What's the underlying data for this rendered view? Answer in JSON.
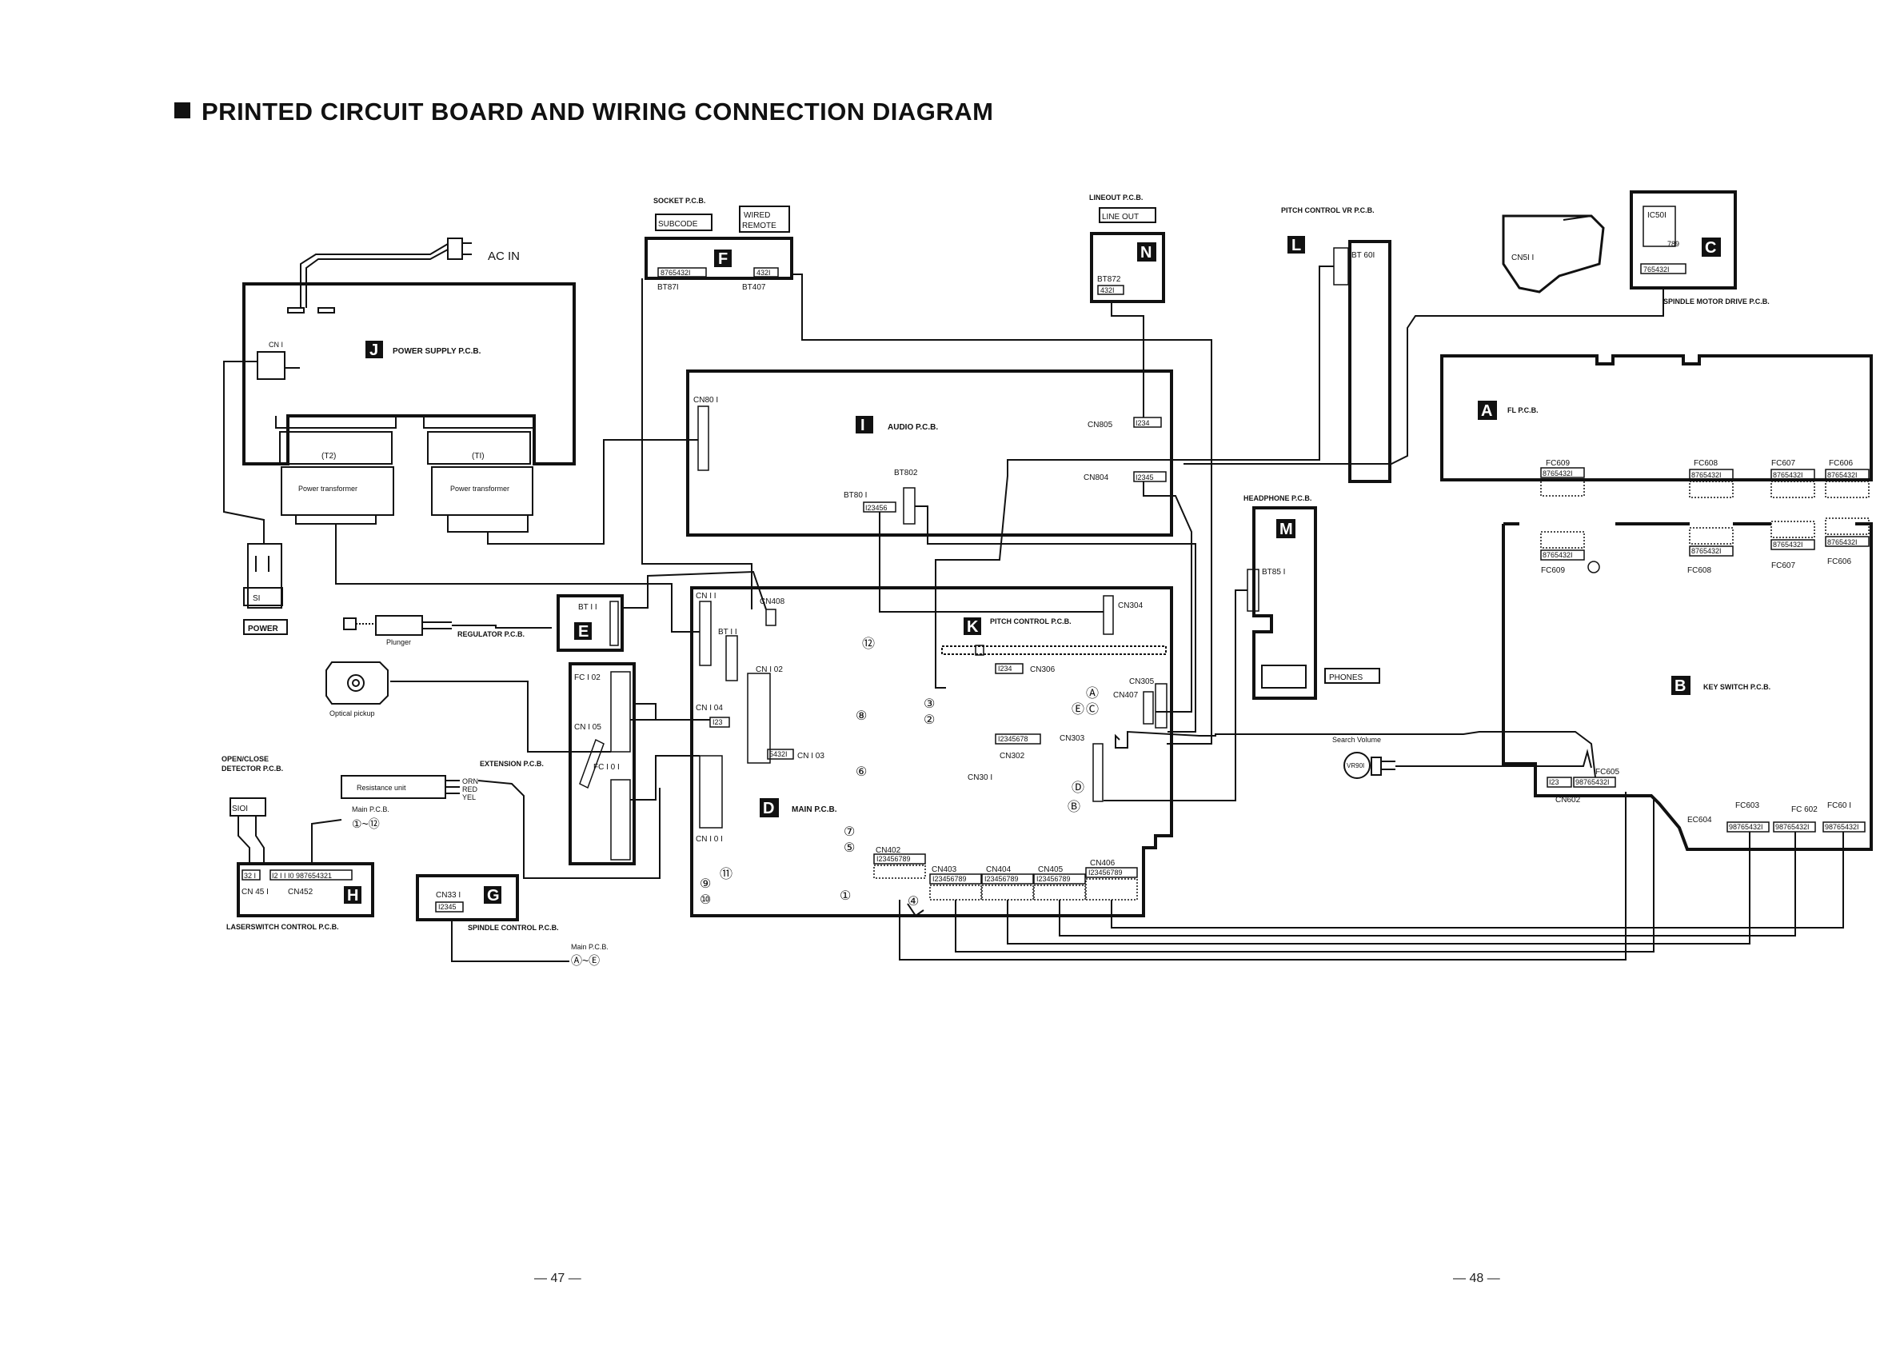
{
  "title": "PRINTED CIRCUIT BOARD AND WIRING CONNECTION DIAGRAM",
  "pages": {
    "left": "— 47 —",
    "right": "— 48 —"
  },
  "boards": {
    "A": {
      "letter": "A",
      "name": "FL P.C.B."
    },
    "B": {
      "letter": "B",
      "name": "KEY SWITCH P.C.B."
    },
    "C": {
      "letter": "C",
      "name": "SPINDLE MOTOR DRIVE P.C.B."
    },
    "D": {
      "letter": "D",
      "name": "MAIN P.C.B."
    },
    "E": {
      "letter": "E",
      "name": "REGULATOR P.C.B."
    },
    "F": {
      "letter": "F",
      "name": "SOCKET P.C.B."
    },
    "G": {
      "letter": "G",
      "name": "SPINDLE CONTROL P.C.B."
    },
    "H": {
      "letter": "H",
      "name": "LASERSWITCH CONTROL P.C.B."
    },
    "I": {
      "letter": "I",
      "name": "AUDIO P.C.B."
    },
    "J": {
      "letter": "J",
      "name": "POWER SUPPLY P.C.B."
    },
    "K": {
      "letter": "K",
      "name": "PITCH CONTROL P.C.B."
    },
    "L": {
      "letter": "L",
      "name": "PITCH CONTROL VR P.C.B."
    },
    "M": {
      "letter": "M",
      "name": "HEADPHONE P.C.B."
    },
    "N": {
      "letter": "N",
      "name": "LINEOUT P.C.B."
    }
  },
  "labels": {
    "ac_in": "AC IN",
    "cn1": "CN I",
    "t2": "(T2)",
    "t1": "(TI)",
    "power_transformer": "Power transformer",
    "s1": "SI",
    "power": "POWER",
    "plunger": "Plunger",
    "optical_pickup": "Optical pickup",
    "open_close": "OPEN/CLOSE",
    "detector": "DETECTOR P.C.B.",
    "s101": "SIOI",
    "resistance_unit": "Resistance unit",
    "main_pcb": "Main P.C.B.",
    "range_1_12": "①~⑫",
    "range_a_e": "Ⓐ~Ⓔ",
    "orn": "ORN",
    "red": "RED",
    "yel": "YEL",
    "extension_pcb": "EXTENSION P.C.B.",
    "subcode": "SUBCODE",
    "wired": "WIRED",
    "remote": "REMOTE",
    "bt871": "BT87I",
    "bt407": "BT407",
    "cn_f_left": "8765432I",
    "cn_f_right": "432I",
    "line_out": "LINE OUT",
    "bt872": "BT872",
    "bt872_pins": "432I",
    "bt601": "BT 60I",
    "cn511": "CN5I I",
    "ic501": "IC50I",
    "ic501_pins": "789",
    "cn_c_pins": "765432I",
    "cn801": "CN80 I",
    "cn805": "CN805",
    "cn805_pins": "I234",
    "cn804": "CN804",
    "cn804_pins": "I2345",
    "bt801": "BT80 I",
    "bt801_pins": "I23456",
    "bt802": "BT802",
    "bt851": "BT85 I",
    "phones": "PHONES",
    "bt11_e": "BT I I",
    "cn11": "CN I I",
    "bt11_d": "BT I I",
    "cn408": "CN408",
    "cn304": "CN304",
    "cn306": "CN306",
    "cn306_pins": "I234",
    "cn102": "CN I 02",
    "cn104": "CN I 04",
    "cn104_pins": "I23",
    "cn103": "CN I 03",
    "cn103_pins": "5432I",
    "cn101": "CN I 0 I",
    "cn302": "CN302",
    "cn302_pins": "I2345678",
    "cn301": "CN30 I",
    "cn303": "CN303",
    "cn305": "CN305",
    "cn407": "CN407",
    "fc102": "FC I 02",
    "cn105": "CN I 05",
    "fc101": "FC I 0 I",
    "cn402": "CN402",
    "cn403": "CN403",
    "cn404": "CN404",
    "cn405": "CN405",
    "cn406": "CN406",
    "pins_9": "I23456789",
    "cn331": "CN33 I",
    "cn331_pins": "I2345",
    "cn451": "CN 45 I",
    "cn451_pins": "32 I",
    "cn452": "CN452",
    "cn452_pins": "I2 I I I0 987654321",
    "fc609": "FC609",
    "fc608": "FC608",
    "fc607": "FC607",
    "fc606": "FC606",
    "fc_pins": "8765432I",
    "search_volume": "Search Volume",
    "vr901": "VR90I",
    "fc605": "FC605",
    "cn602": "CN602",
    "cn602_pins": "I23",
    "fc605_pins": "98765432I",
    "fc603": "FC603",
    "fc602": "FC 602",
    "fc601": "FC60 I",
    "fc604": "EC604",
    "fc9_pins": "98765432I"
  },
  "markers": [
    "①",
    "②",
    "③",
    "④",
    "⑤",
    "⑥",
    "⑦",
    "⑧",
    "⑨",
    "⑩",
    "⑪",
    "⑫",
    "Ⓐ",
    "Ⓑ",
    "Ⓒ",
    "Ⓓ",
    "Ⓔ"
  ]
}
